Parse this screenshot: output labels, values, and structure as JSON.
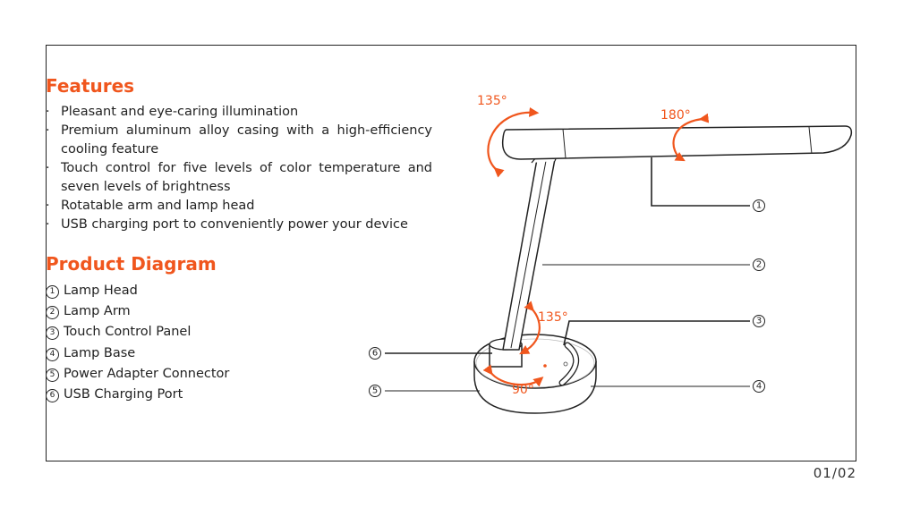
{
  "features": {
    "heading": "Features",
    "items": [
      "Pleasant and eye-caring illumination",
      "Premium aluminum alloy casing with a high-efficiency cooling feature",
      "Touch control for five levels of color temperature and seven levels of brightness",
      "Rotatable arm and lamp head",
      "USB charging port to conveniently power your device"
    ]
  },
  "product_diagram": {
    "heading": "Product Diagram",
    "parts": [
      {
        "num": "1",
        "label": "Lamp Head"
      },
      {
        "num": "2",
        "label": "Lamp Arm"
      },
      {
        "num": "3",
        "label": "Touch Control Panel"
      },
      {
        "num": "4",
        "label": "Lamp Base"
      },
      {
        "num": "5",
        "label": "Power Adapter Connector"
      },
      {
        "num": "6",
        "label": "USB Charging Port"
      }
    ],
    "angles": {
      "arm_top": "135°",
      "head_rotation": "180°",
      "arm_base": "135°",
      "base_swivel": "90°"
    },
    "accent_color": "#f0561d"
  },
  "page_number": "01/02"
}
